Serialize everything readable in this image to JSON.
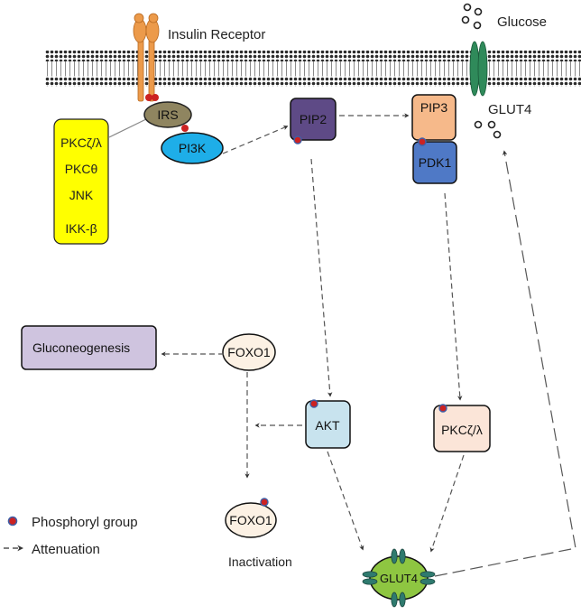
{
  "membrane": {
    "receptor_label": "Insulin Receptor",
    "glucose_label": "Glucose",
    "transporter_label": "GLUT4"
  },
  "inhibitors": [
    "PKCζ/λ",
    "PKCθ",
    "JNK",
    "IKK-β"
  ],
  "nodes": {
    "irs": "IRS",
    "pi3k": "PI3K",
    "pip2": "PIP2",
    "pip3": "PIP3",
    "pdk1": "PDK1",
    "akt": "AKT",
    "pkc": "PKCζ/λ",
    "foxo1": "FOXO1",
    "foxo1_inactive": "FOXO1",
    "gluconeogenesis": "Gluconeogenesis",
    "glut4_vesicle": "GLUT4"
  },
  "inactivation_label": "Inactivation",
  "legend": {
    "phosphoryl": "Phosphoryl group",
    "attenuation": "Attenuation"
  },
  "colors": {
    "receptor": "#ec9a4a",
    "phosphate": "#cc2222",
    "irs": "#8f8560",
    "pi3k": "#1eaee8",
    "pip2": "#5e4a86",
    "pip3": "#f6b98a",
    "pdk1": "#4f79c6",
    "inhibitor_box": "#ffff00",
    "gluconeogenesis": "#cfc4df",
    "foxo1": "#fcf1e4",
    "akt": "#c8e3ee",
    "pkc": "#fbe5d8",
    "glut4_vesicle": "#8ec641",
    "glut4_channel": "#2f7a6e",
    "arrow": "#555555"
  }
}
